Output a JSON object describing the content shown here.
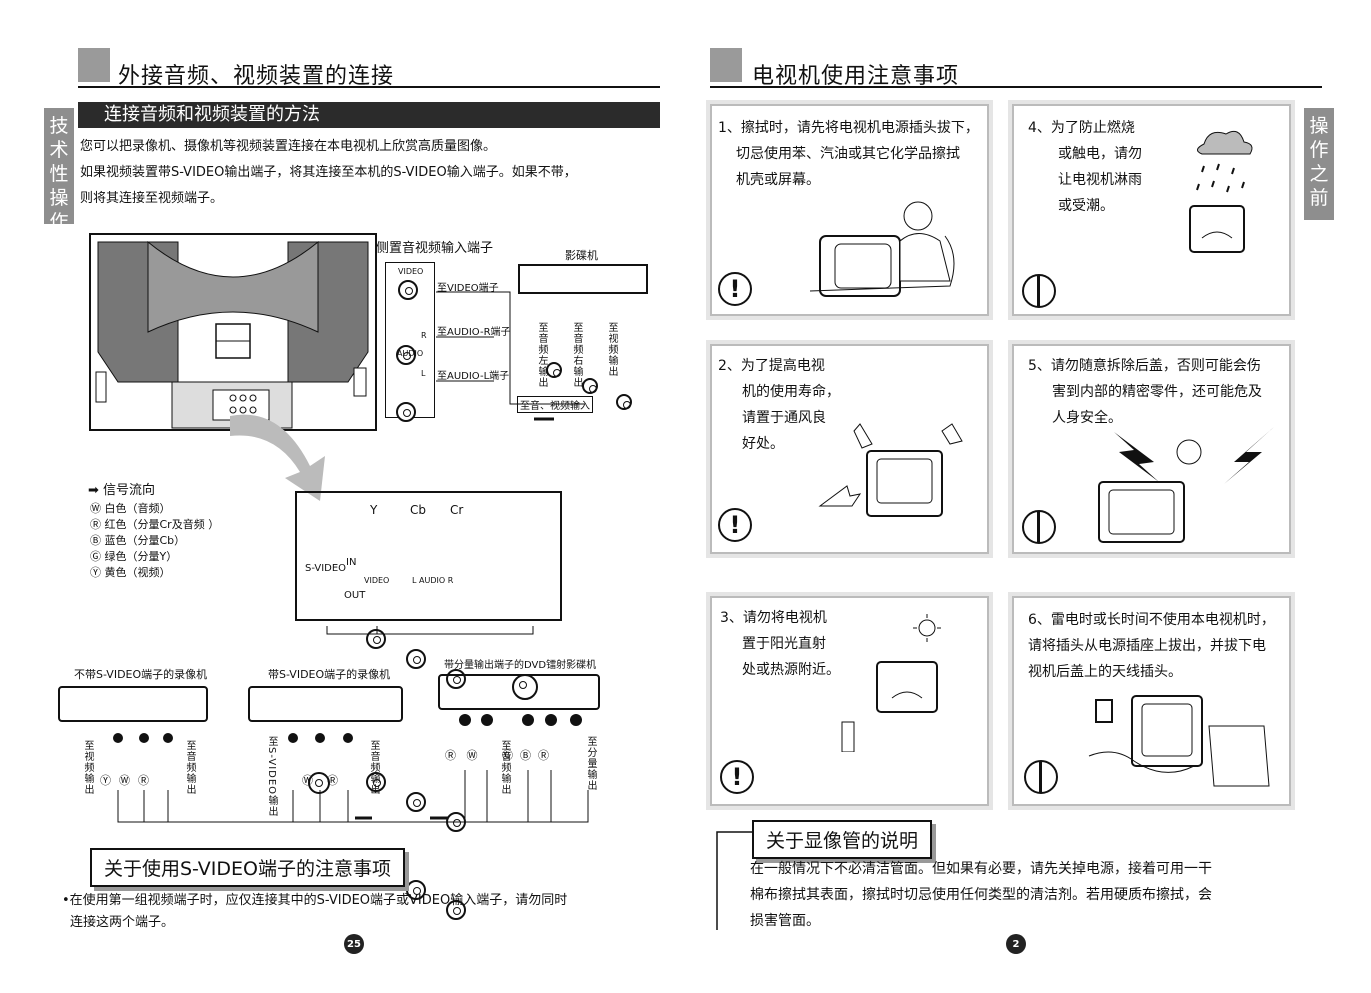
{
  "left": {
    "header_title": "外接音频、视频装置的连接",
    "side_tab": [
      "技",
      "术",
      "性",
      "操",
      "作"
    ],
    "section_title": "连接音频和视频装置的方法",
    "para1": "您可以把录像机、摄像机等视频装置连接在本电视机上欣赏高质量图像。",
    "para2": "如果视频装置带S-VIDEO输出端子，将其连接至本机的S-VIDEO输入端子。如果不带，",
    "para3": "则将其连接至视频端子。",
    "side_input_label": "侧置音视频输入端子",
    "dvd_label": "影碟机",
    "video_label": "VIDEO",
    "audio_label": "AUDIO",
    "r_label": "R",
    "l_label": "L",
    "to_video": "至VIDEO端子",
    "to_audio_r": "至AUDIO-R端子",
    "to_audio_l": "至AUDIO-L端子",
    "out_left_audio": "至音频左输出",
    "out_right_audio": "至音频右输出",
    "out_video": "至视频输出",
    "to_av_input": "至音、视频输入",
    "legend": {
      "title": "信号流向",
      "items": [
        "Ⓦ  白色（音频）",
        "Ⓡ  红色（分量Cr及音频 ）",
        "Ⓑ  蓝色（分量Cb）",
        "Ⓖ  绿色（分量Y）",
        "Ⓨ  黄色（视频）"
      ]
    },
    "panel": {
      "y": "Y",
      "cb": "Cb",
      "cr": "Cr",
      "svideo": "S-VIDEO",
      "in": "IN",
      "out": "OUT",
      "video": "VIDEO",
      "l_audio_r": "L  AUDIO R"
    },
    "device1": "不带S-VIDEO端子的录像机",
    "device2": "带S-VIDEO端子的录像机",
    "device3": "带分量输出端子的DVD镭射影碟机",
    "d1_left": "至视频输出",
    "d1_right": "至音频输出",
    "d2_left": "至S-VIDEO输出",
    "d2_right": "至音频输出",
    "d3_mid": "至音频输出",
    "d3_right": "至分量输出",
    "d1_plugs": [
      "Ⓨ",
      "Ⓦ",
      "Ⓡ"
    ],
    "d2_plugs": [
      "Ⓦ",
      "Ⓡ"
    ],
    "d3_plugs": [
      "Ⓡ",
      "Ⓦ",
      "Ⓖ",
      "Ⓑ",
      "Ⓡ"
    ],
    "svideo_note_title": "关于使用S-VIDEO端子的注意事项",
    "svideo_note1": "•在使用第一组视频端子时，应仅连接其中的S-VIDEO端子或VIDEO输入端子，请勿同时",
    "svideo_note2": "连接这两个端子。",
    "page": "25"
  },
  "right": {
    "header_title": "电视机使用注意事项",
    "side_tab": [
      "操",
      "作",
      "之",
      "前"
    ],
    "tips": [
      [
        "1、擦拭时，请先将电视机电源插头拔下，",
        "切忌使用苯、汽油或其它化学品擦拭",
        "机壳或屏幕。"
      ],
      [
        "4、为了防止燃烧",
        "或触电，请勿",
        "让电视机淋雨",
        "或受潮。"
      ],
      [
        "2、为了提高电视",
        "机的使用寿命，",
        "请置于通风良",
        "好处。"
      ],
      [
        "5、请勿随意拆除后盖，否则可能会伤",
        "害到内部的精密零件，还可能危及",
        "人身安全。"
      ],
      [
        "3、请勿将电视机",
        "置于阳光直射",
        "处或热源附近。"
      ],
      [
        "6、雷电时或长时间不使用本电视机时，",
        "请将插头从电源插座上拔出，并拔下电",
        "视机后盖上的天线插头。"
      ]
    ],
    "crt_title": "关于显像管的说明",
    "crt1": "在一般情况下不必清洁管面。但如果有必要，请先关掉电源，接着可用一干",
    "crt2": "棉布擦拭其表面，擦拭时切忌使用任何类型的清洁剂。若用硬质布擦拭，会",
    "crt3": "损害管面。",
    "page": "2"
  }
}
